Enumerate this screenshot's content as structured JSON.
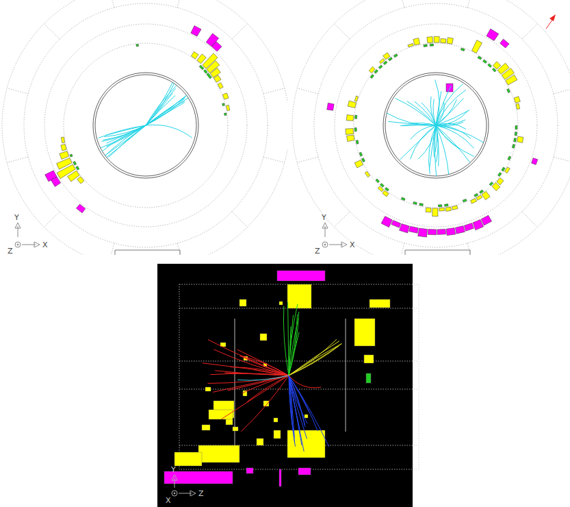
{
  "diagram": {
    "labels": [
      "Y",
      "Z",
      "X",
      "Y",
      "Z",
      "X",
      "Y",
      "X",
      "Z"
    ]
  }
}
